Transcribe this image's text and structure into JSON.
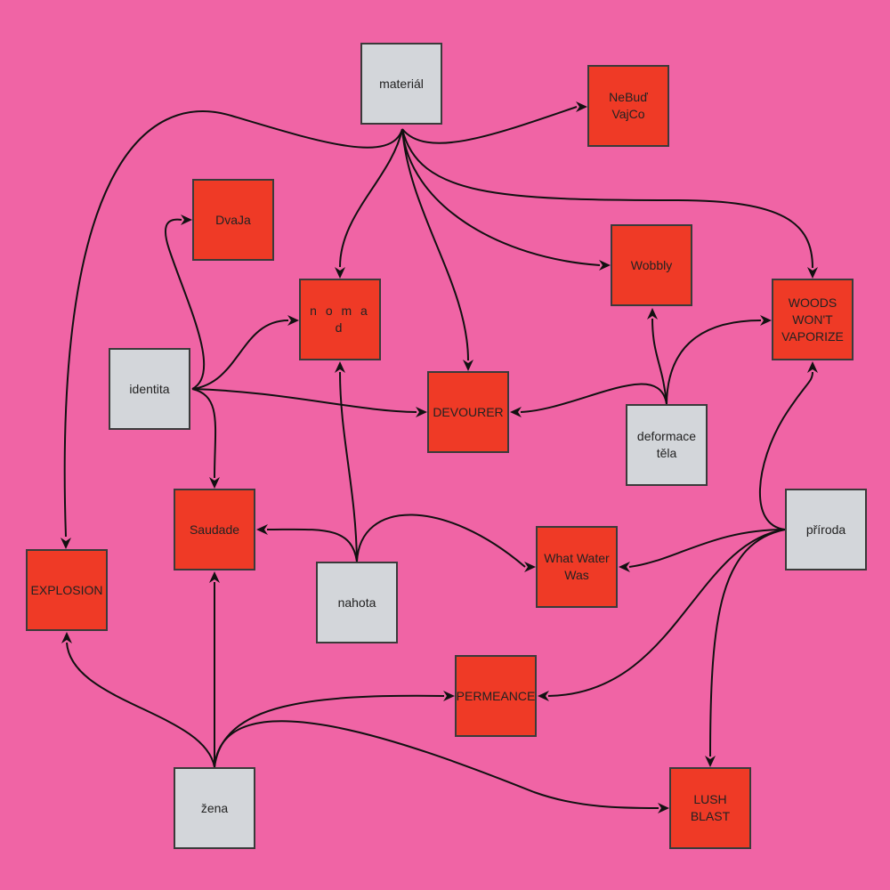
{
  "nodes": [
    {
      "id": "material",
      "label": "materiál",
      "kind": "topic"
    },
    {
      "id": "nebud",
      "label": "NeBuď VajCo",
      "kind": "work"
    },
    {
      "id": "dvaja",
      "label": "DvaJa",
      "kind": "work"
    },
    {
      "id": "nomad",
      "label": "n o m a d",
      "kind": "work"
    },
    {
      "id": "wobbly",
      "label": "Wobbly",
      "kind": "work"
    },
    {
      "id": "woods",
      "label": "WOODS WON'T VAPORIZE",
      "kind": "work"
    },
    {
      "id": "identita",
      "label": "identita",
      "kind": "topic"
    },
    {
      "id": "devourer",
      "label": "DEVOURER",
      "kind": "work"
    },
    {
      "id": "deformace",
      "label": "deformace těla",
      "kind": "topic"
    },
    {
      "id": "saudade",
      "label": "Saudade",
      "kind": "work"
    },
    {
      "id": "priroda",
      "label": "příroda",
      "kind": "topic"
    },
    {
      "id": "whatwater",
      "label": "What Water Was",
      "kind": "work"
    },
    {
      "id": "explosion",
      "label": "EXPLOSION",
      "kind": "work"
    },
    {
      "id": "nahota",
      "label": "nahota",
      "kind": "topic"
    },
    {
      "id": "permeance",
      "label": "PERMEANCE",
      "kind": "work"
    },
    {
      "id": "zena",
      "label": "žena",
      "kind": "topic"
    },
    {
      "id": "lushblast",
      "label": "LUSH BLAST",
      "kind": "work"
    }
  ],
  "edges": [
    {
      "from": "material",
      "to": "nebud"
    },
    {
      "from": "material",
      "to": "explosion"
    },
    {
      "from": "material",
      "to": "nomad"
    },
    {
      "from": "material",
      "to": "devourer"
    },
    {
      "from": "material",
      "to": "wobbly"
    },
    {
      "from": "material",
      "to": "woods"
    },
    {
      "from": "identita",
      "to": "dvaja"
    },
    {
      "from": "identita",
      "to": "nomad"
    },
    {
      "from": "identita",
      "to": "devourer"
    },
    {
      "from": "identita",
      "to": "saudade"
    },
    {
      "from": "deformace",
      "to": "wobbly"
    },
    {
      "from": "deformace",
      "to": "woods"
    },
    {
      "from": "deformace",
      "to": "devourer"
    },
    {
      "from": "nahota",
      "to": "nomad"
    },
    {
      "from": "nahota",
      "to": "saudade"
    },
    {
      "from": "nahota",
      "to": "whatwater"
    },
    {
      "from": "priroda",
      "to": "woods"
    },
    {
      "from": "priroda",
      "to": "whatwater"
    },
    {
      "from": "priroda",
      "to": "permeance"
    },
    {
      "from": "priroda",
      "to": "lushblast"
    },
    {
      "from": "zena",
      "to": "explosion"
    },
    {
      "from": "zena",
      "to": "saudade"
    },
    {
      "from": "zena",
      "to": "permeance"
    },
    {
      "from": "zena",
      "to": "lushblast"
    }
  ]
}
